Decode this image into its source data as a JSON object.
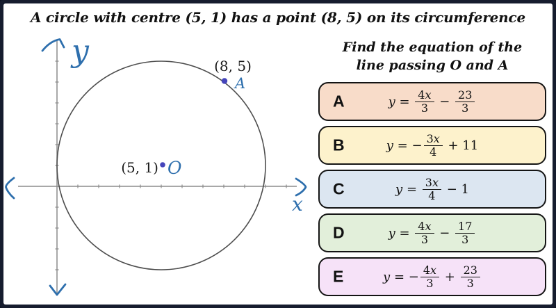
{
  "title": "A circle with centre (5, 1) has a point (8, 5) on its circumference",
  "question": {
    "line1": "Find the equation of the",
    "line2": "line passing O and A"
  },
  "graph": {
    "y_axis_label": "y",
    "x_axis_label": "x",
    "point_a_label": "(8, 5)",
    "point_a_name": "A",
    "centre_label": "(5, 1)",
    "centre_name": "O",
    "colors": {
      "axis": "#8c8c8c",
      "circle": "#4d4d4d",
      "handwriting_ink": "#2e6fad",
      "point_dot": "#4545bb"
    }
  },
  "options": [
    {
      "letter": "A",
      "fill": "#f8dcc9",
      "equation": [
        {
          "t": "txt",
          "v": "y = "
        },
        {
          "t": "frac",
          "n": "4x",
          "d": "3"
        },
        {
          "t": "txt",
          "v": " − "
        },
        {
          "t": "frac",
          "n": "23",
          "d": "3"
        }
      ]
    },
    {
      "letter": "B",
      "fill": "#fdf2cc",
      "equation": [
        {
          "t": "txt",
          "v": "y = −"
        },
        {
          "t": "frac",
          "n": "3x",
          "d": "4"
        },
        {
          "t": "txt",
          "v": " + 11"
        }
      ]
    },
    {
      "letter": "C",
      "fill": "#dce6f1",
      "equation": [
        {
          "t": "txt",
          "v": "y = "
        },
        {
          "t": "frac",
          "n": "3x",
          "d": "4"
        },
        {
          "t": "txt",
          "v": " − 1"
        }
      ]
    },
    {
      "letter": "D",
      "fill": "#e2efda",
      "equation": [
        {
          "t": "txt",
          "v": "y = "
        },
        {
          "t": "frac",
          "n": "4x",
          "d": "3"
        },
        {
          "t": "txt",
          "v": " − "
        },
        {
          "t": "frac",
          "n": "17",
          "d": "3"
        }
      ]
    },
    {
      "letter": "E",
      "fill": "#f6e2f8",
      "equation": [
        {
          "t": "txt",
          "v": "y = −"
        },
        {
          "t": "frac",
          "n": "4x",
          "d": "3"
        },
        {
          "t": "txt",
          "v": " + "
        },
        {
          "t": "frac",
          "n": "23",
          "d": "3"
        }
      ]
    }
  ]
}
